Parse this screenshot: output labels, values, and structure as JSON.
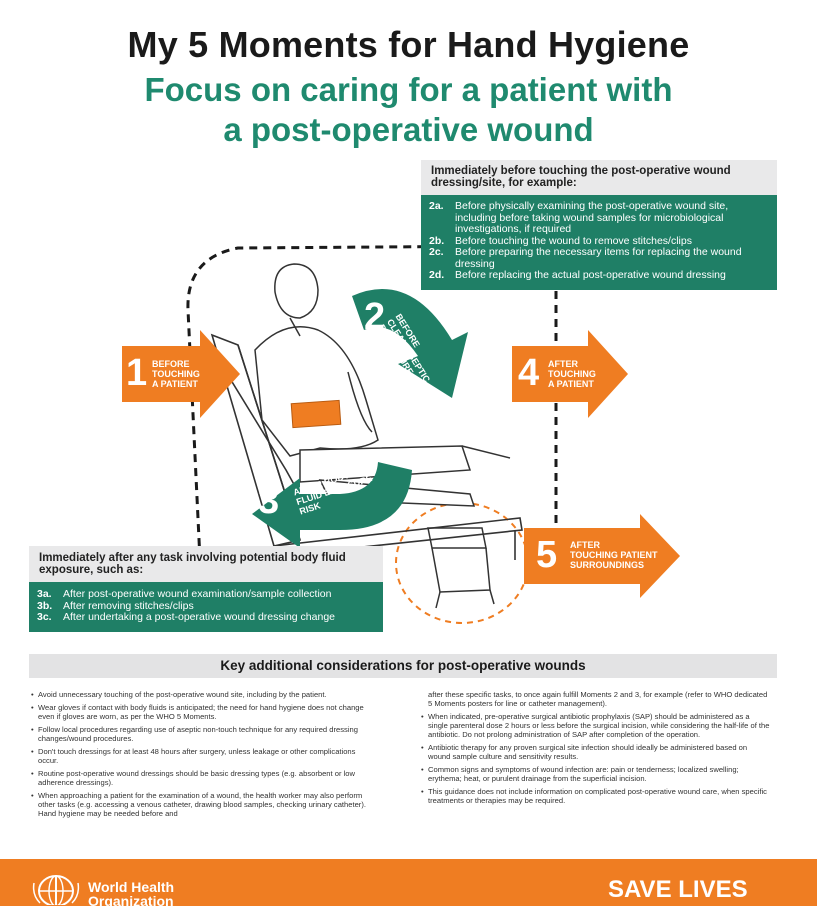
{
  "header": {
    "title": "My 5 Moments for Hand Hygiene",
    "subtitle_line1": "Focus on caring for a patient with",
    "subtitle_line2": "a post-operative wound"
  },
  "moment2_box": {
    "heading": "Immediately before touching the post-operative wound dressing/site, for example:",
    "items": [
      {
        "num": "2a.",
        "text": "Before physically examining the post-operative wound site, including before taking wound samples for microbiological investigations, if required"
      },
      {
        "num": "2b.",
        "text": "Before touching the wound to remove stitches/clips"
      },
      {
        "num": "2c.",
        "text": "Before preparing the necessary items for replacing the wound dressing"
      },
      {
        "num": "2d.",
        "text": "Before replacing the actual post-operative wound dressing"
      }
    ]
  },
  "moment3_box": {
    "heading": "Immediately after any task involving potential body fluid exposure, such as:",
    "items": [
      {
        "num": "3a.",
        "text": "After post-operative wound examination/sample collection"
      },
      {
        "num": "3b.",
        "text": "After removing stitches/clips"
      },
      {
        "num": "3c.",
        "text": "After undertaking a post-operative wound dressing change"
      }
    ]
  },
  "moments": [
    {
      "num": "1",
      "line1": "BEFORE",
      "line2": "TOUCHING",
      "line3": "A PATIENT"
    },
    {
      "num": "2",
      "line1": "BEFORE",
      "line2": "CLEAN/ASEPTIC",
      "line3": "PROCEDURE"
    },
    {
      "num": "3",
      "line1": "AFTER BODY",
      "line2": "FLUID EXPOSURE",
      "line3": "RISK"
    },
    {
      "num": "4",
      "line1": "AFTER",
      "line2": "TOUCHING",
      "line3": "A PATIENT"
    },
    {
      "num": "5",
      "line1": "AFTER",
      "line2": "TOUCHING PATIENT",
      "line3": "SURROUNDINGS"
    }
  ],
  "considerations": {
    "title": "Key additional considerations for post-operative wounds",
    "left": [
      "Avoid unnecessary touching of the post-operative wound site, including by the patient.",
      "Wear gloves if contact with body fluids is anticipated; the need for hand hygiene does not change even if gloves are worn, as per the WHO 5 Moments.",
      "Follow local procedures regarding use of aseptic non-touch technique for any required dressing changes/wound procedures.",
      "Don't touch dressings for at least 48 hours after surgery, unless leakage or other complications occur.",
      "Routine post-operative wound dressings should be basic dressing types (e.g. absorbent or low adherence dressings).",
      "When approaching a patient for the examination of a wound, the health worker may also perform other tasks (e.g. accessing a venous catheter, drawing blood samples, checking urinary catheter). Hand hygiene may be needed before and"
    ],
    "right_continuation": "after these specific tasks, to once again fulfill Moments 2 and 3, for example (refer to WHO dedicated 5 Moments posters for line or catheter management).",
    "right": [
      "When indicated, pre-operative surgical antibiotic prophylaxis (SAP) should be administered as a single parenteral dose 2 hours or less before the surgical incision, while considering the half-life of the antibiotic. Do not prolong administration of SAP after completion of the operation.",
      "Antibiotic therapy for any proven surgical site infection should ideally be administered based on wound sample culture and sensitivity results.",
      "Common signs and symptoms of wound infection are: pain or tenderness; localized swelling; erythema; heat, or purulent drainage from the superficial incision.",
      "This guidance does not include information on complicated post-operative wound care, when specific treatments or therapies may be required."
    ]
  },
  "footer": {
    "org_line1": "World Health",
    "org_line2": "Organization",
    "slogan": "SAVE LIVES"
  },
  "colors": {
    "orange": "#ef7d22",
    "green": "#1f7f66",
    "title_green": "#1f8a6f",
    "gray_box": "#e9e9ea"
  }
}
